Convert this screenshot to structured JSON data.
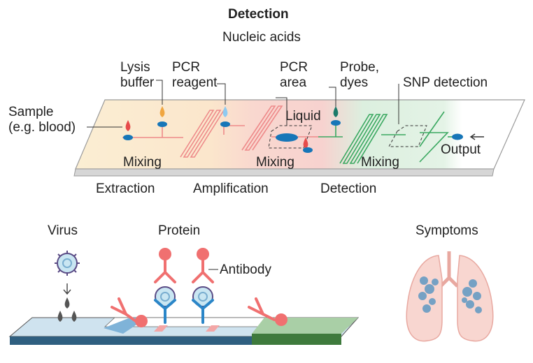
{
  "title": "Detection",
  "subtitle": "Nucleic acids",
  "chip": {
    "sample": "Sample\n(e.g. blood)",
    "lysis": "Lysis\nbuffer",
    "pcr_reagent": "PCR\nreagent",
    "pcr_area": "PCR\narea",
    "probe": "Probe,\ndyes",
    "snp": "SNP detection",
    "liquid": "Liquid",
    "mixing": "Mixing",
    "output": "Output",
    "stages": [
      "Extraction",
      "Amplification",
      "Detection"
    ]
  },
  "lower": {
    "virus": "Virus",
    "protein": "Protein",
    "antibody": "Antibody",
    "symptoms": "Symptoms"
  },
  "colors": {
    "extraction_zone": "#fbeed3",
    "amplification_zone": "#f9d7cf",
    "detection_zone": "#d9efdd",
    "channel_red": "#ee8a8a",
    "channel_green": "#3aa860",
    "droplet_blue": "#1776b8",
    "antibody_red": "#f07070",
    "antibody_blue": "#2b86c8",
    "lung": "#f8d6d0"
  }
}
